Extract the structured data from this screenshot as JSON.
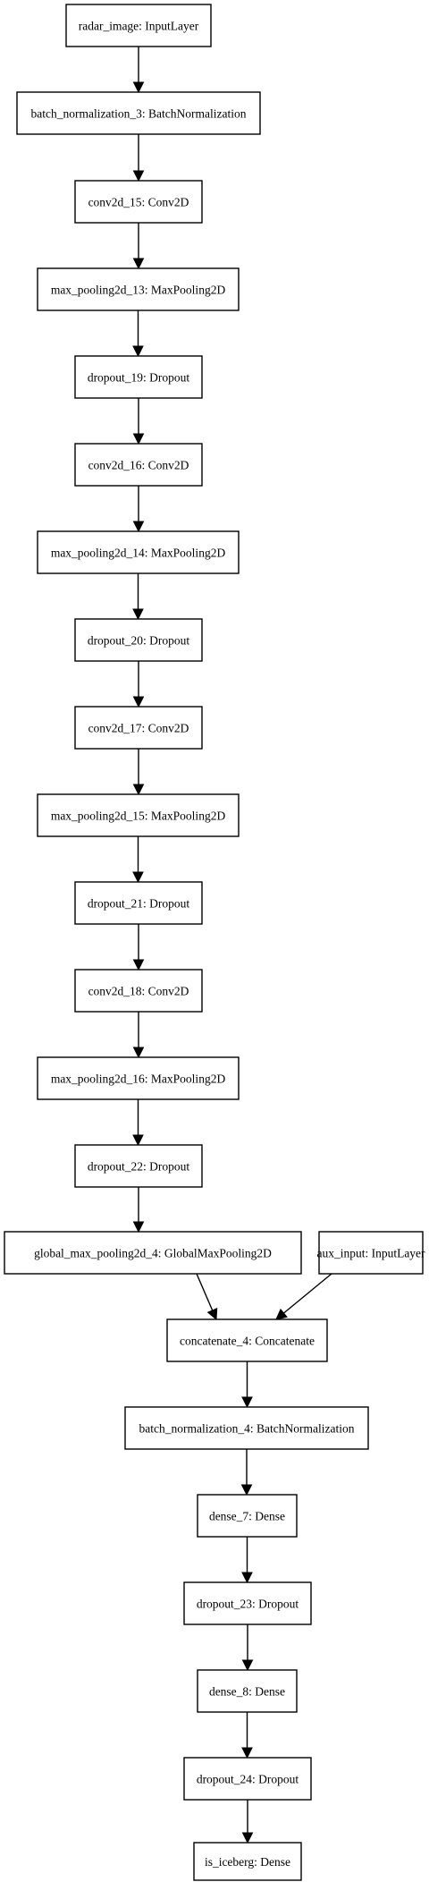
{
  "nodes": [
    {
      "id": "radar_image",
      "label": "radar_image: InputLayer"
    },
    {
      "id": "batch_normalization_3",
      "label": "batch_normalization_3: BatchNormalization"
    },
    {
      "id": "conv2d_15",
      "label": "conv2d_15: Conv2D"
    },
    {
      "id": "max_pooling2d_13",
      "label": "max_pooling2d_13: MaxPooling2D"
    },
    {
      "id": "dropout_19",
      "label": "dropout_19: Dropout"
    },
    {
      "id": "conv2d_16",
      "label": "conv2d_16: Conv2D"
    },
    {
      "id": "max_pooling2d_14",
      "label": "max_pooling2d_14: MaxPooling2D"
    },
    {
      "id": "dropout_20",
      "label": "dropout_20: Dropout"
    },
    {
      "id": "conv2d_17",
      "label": "conv2d_17: Conv2D"
    },
    {
      "id": "max_pooling2d_15",
      "label": "max_pooling2d_15: MaxPooling2D"
    },
    {
      "id": "dropout_21",
      "label": "dropout_21: Dropout"
    },
    {
      "id": "conv2d_18",
      "label": "conv2d_18: Conv2D"
    },
    {
      "id": "max_pooling2d_16",
      "label": "max_pooling2d_16: MaxPooling2D"
    },
    {
      "id": "dropout_22",
      "label": "dropout_22: Dropout"
    },
    {
      "id": "global_max_pooling2d_4",
      "label": "global_max_pooling2d_4: GlobalMaxPooling2D"
    },
    {
      "id": "aux_input",
      "label": "aux_input: InputLayer"
    },
    {
      "id": "concatenate_4",
      "label": "concatenate_4: Concatenate"
    },
    {
      "id": "batch_normalization_4",
      "label": "batch_normalization_4: BatchNormalization"
    },
    {
      "id": "dense_7",
      "label": "dense_7: Dense"
    },
    {
      "id": "dropout_23",
      "label": "dropout_23: Dropout"
    },
    {
      "id": "dense_8",
      "label": "dense_8: Dense"
    },
    {
      "id": "dropout_24",
      "label": "dropout_24: Dropout"
    },
    {
      "id": "is_iceberg",
      "label": "is_iceberg: Dense"
    }
  ],
  "edges": [
    {
      "from": "radar_image",
      "to": "batch_normalization_3"
    },
    {
      "from": "batch_normalization_3",
      "to": "conv2d_15"
    },
    {
      "from": "conv2d_15",
      "to": "max_pooling2d_13"
    },
    {
      "from": "max_pooling2d_13",
      "to": "dropout_19"
    },
    {
      "from": "dropout_19",
      "to": "conv2d_16"
    },
    {
      "from": "conv2d_16",
      "to": "max_pooling2d_14"
    },
    {
      "from": "max_pooling2d_14",
      "to": "dropout_20"
    },
    {
      "from": "dropout_20",
      "to": "conv2d_17"
    },
    {
      "from": "conv2d_17",
      "to": "max_pooling2d_15"
    },
    {
      "from": "max_pooling2d_15",
      "to": "dropout_21"
    },
    {
      "from": "dropout_21",
      "to": "conv2d_18"
    },
    {
      "from": "conv2d_18",
      "to": "max_pooling2d_16"
    },
    {
      "from": "max_pooling2d_16",
      "to": "dropout_22"
    },
    {
      "from": "dropout_22",
      "to": "global_max_pooling2d_4"
    },
    {
      "from": "global_max_pooling2d_4",
      "to": "concatenate_4"
    },
    {
      "from": "aux_input",
      "to": "concatenate_4"
    },
    {
      "from": "concatenate_4",
      "to": "batch_normalization_4"
    },
    {
      "from": "batch_normalization_4",
      "to": "dense_7"
    },
    {
      "from": "dense_7",
      "to": "dropout_23"
    },
    {
      "from": "dropout_23",
      "to": "dense_8"
    },
    {
      "from": "dense_8",
      "to": "dropout_24"
    },
    {
      "from": "dropout_24",
      "to": "is_iceberg"
    }
  ]
}
